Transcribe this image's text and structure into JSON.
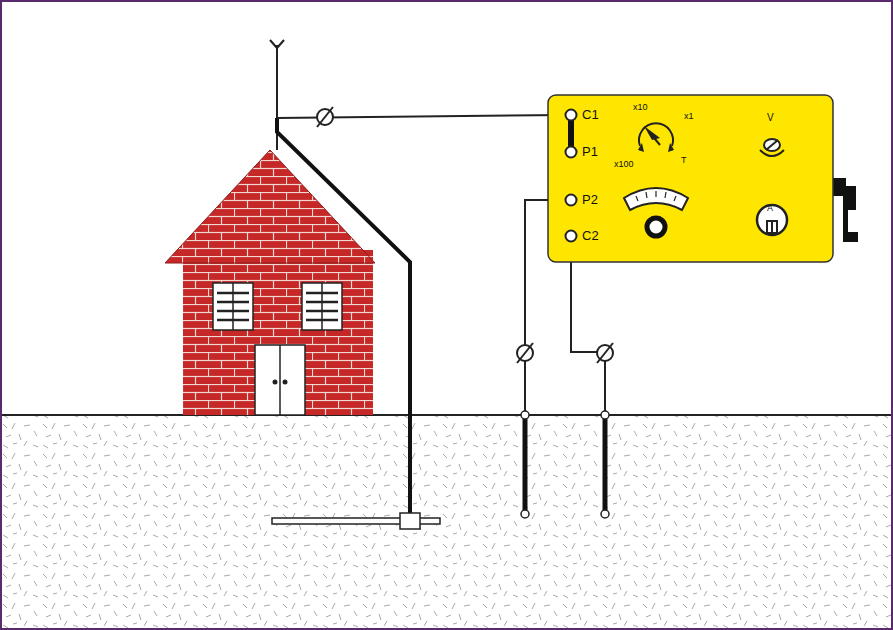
{
  "diagram": {
    "nodes": [
      {
        "text": [
          "C1",
          "P1",
          "P2",
          "C2",
          "x10",
          "x1",
          "x100",
          "T",
          "V",
          "A"
        ]
      }
    ]
  }
}
